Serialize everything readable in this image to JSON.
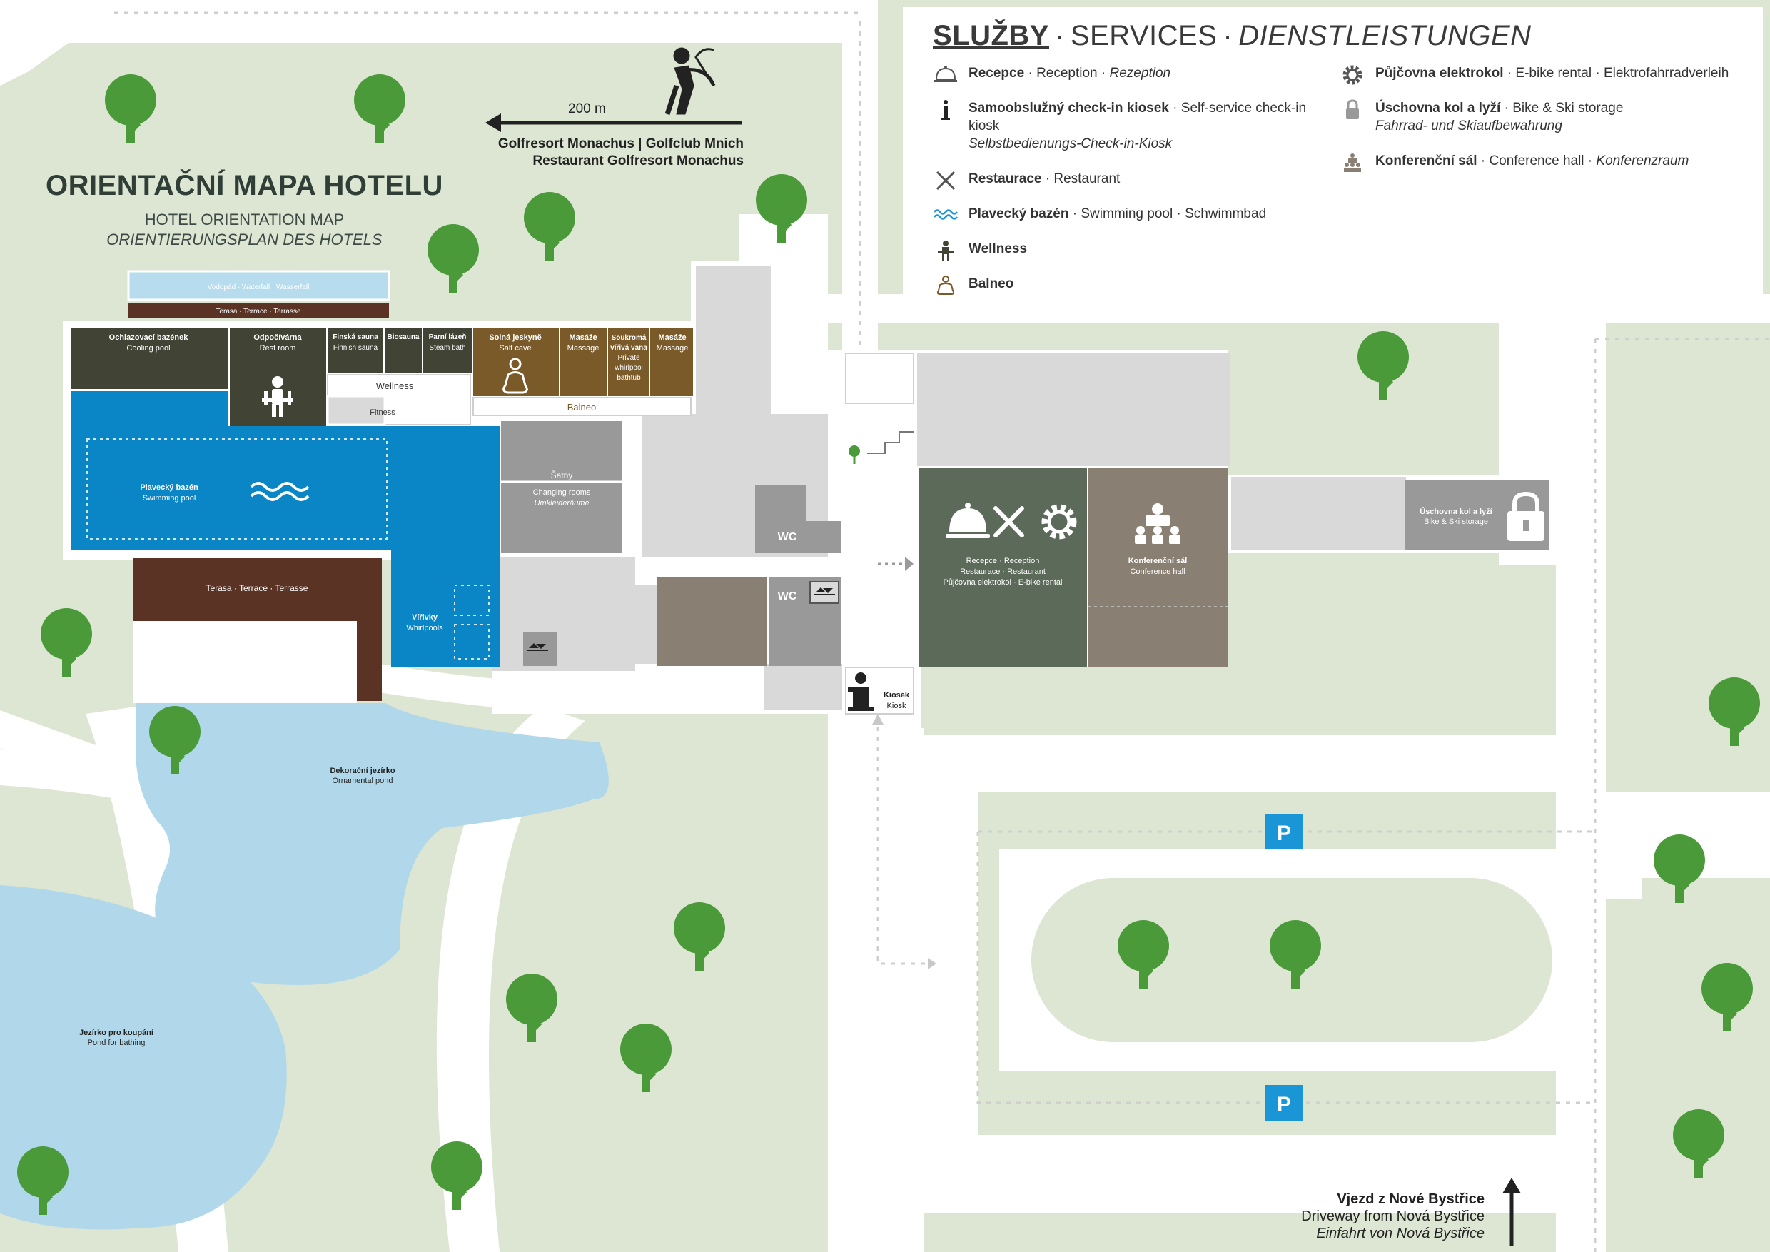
{
  "map_title": {
    "main": "ORIENTAČNÍ MAPA HOTELU",
    "en": "HOTEL ORIENTATION MAP",
    "de": "ORIENTIERUNGSPLAN DES HOTELS"
  },
  "legend": {
    "title_cz": "SLUŽBY",
    "title_en": "SERVICES",
    "title_de": "DIENSTLEISTUNGEN",
    "separator": "·",
    "items_left": [
      {
        "icon": "reception-bell-icon",
        "cz": "Recepce",
        "en": "Reception",
        "de": "Rezeption"
      },
      {
        "icon": "info-icon",
        "cz": "Samoobslužný check-in kiosek",
        "en": "Self-service check-in kiosk",
        "de": "Selbstbedienungs-Check-in-Kiosk"
      },
      {
        "icon": "cutlery-icon",
        "cz": "Restaurace",
        "en": "Restaurant",
        "de": ""
      },
      {
        "icon": "water-waves-icon",
        "cz": "Plavecký bazén",
        "en": "Swimming pool",
        "de": "Schwimmbad"
      },
      {
        "icon": "wellness-sauna-icon",
        "cz": "Wellness",
        "en": "",
        "de": ""
      },
      {
        "icon": "balneo-meditation-icon",
        "cz": "Balneo",
        "en": "",
        "de": ""
      }
    ],
    "items_right": [
      {
        "icon": "gear-icon",
        "cz": "Půjčovna elektrokol",
        "en": "E-bike rental",
        "de": "Elektrofahrradverleih"
      },
      {
        "icon": "padlock-icon",
        "cz": "Úschovna kol a lyží",
        "en": "Bike & Ski storage",
        "de": "Fahrrad- und Skiaufbewahrung"
      },
      {
        "icon": "conference-icon",
        "cz": "Konferenční sál",
        "en": "Conference hall",
        "de": "Konferenzraum"
      }
    ]
  },
  "golf": {
    "distance": "200 m",
    "line1": "Golfresort Monachus | Golfclub Mnich",
    "line2": "Restaurant Golfresort Monachus"
  },
  "rooms": {
    "waterfall": "Vodopád · Waterfall · Wasserfall",
    "terrace_top": "Terasa · Terrace · Terrasse",
    "cooling_pool_cz": "Ochlazovací bazének",
    "cooling_pool_en": "Cooling pool",
    "rest_room_cz": "Odpočívárna",
    "rest_room_en": "Rest room",
    "finnish_sauna_cz": "Finská sauna",
    "finnish_sauna_en": "Finnish sauna",
    "biosauna": "Biosauna",
    "steam_bath_cz": "Parní lázeň",
    "steam_bath_en": "Steam bath",
    "salt_cave_cz": "Solná jeskyně",
    "salt_cave_en": "Salt cave",
    "massage1_cz": "Masáže",
    "massage1_en": "Massage",
    "whirlpool_private_cz1": "Soukromá",
    "whirlpool_private_cz2": "vířivá vana",
    "whirlpool_private_en1": "Private",
    "whirlpool_private_en2": "whirlpool",
    "whirlpool_private_en3": "bathtub",
    "massage2_cz": "Masáže",
    "massage2_en": "Massage",
    "wellness": "Wellness",
    "fitness": "Fitness",
    "balneo": "Balneo",
    "pool_cz": "Plavecký bazén",
    "pool_en": "Swimming pool",
    "changing_cz": "Šatny",
    "changing_en": "Changing rooms",
    "changing_de": "Umkleideräume",
    "wc1": "WC",
    "wc2": "WC",
    "terrace_main": "Terasa · Terrace · Terrasse",
    "whirlpools_cz": "Vířivky",
    "whirlpools_en": "Whirlpools",
    "reception_line1": "Recepce · Reception",
    "reception_line2": "Restaurace · Restaurant",
    "reception_line3": "Půjčovna elektrokol · E-bike rental",
    "conference_cz": "Konferenční sál",
    "conference_en": "Conference hall",
    "bike_storage_cz": "Úschovna kol a lyží",
    "bike_storage_en": "Bike & Ski storage",
    "kiosk_cz": "Kiosek",
    "kiosk_en": "Kiosk"
  },
  "ponds": {
    "ornamental_cz": "Dekorační jezírko",
    "ornamental_en": "Ornamental pond",
    "bathing_cz": "Jezírko pro koupání",
    "bathing_en": "Pond for bathing"
  },
  "parking": {
    "p1": "P",
    "p2": "P"
  },
  "driveway": {
    "cz": "Vjezd z Nové Bystřice",
    "en": "Driveway from Nová Bystřice",
    "de": "Einfahrt von Nová Bystřice"
  },
  "colors": {
    "grass": "#dde5d3",
    "path": "#ffffff",
    "building_grey": "#d9d9d9",
    "wellness_dark": "#414434",
    "balneo_brown": "#7b5a2a",
    "pool_blue": "#0a85c5",
    "terrace_brown": "#5a3324",
    "service_green": "#5c6a59",
    "conference_taupe": "#8a7f73",
    "water": "#b0d8ea",
    "tree_green": "#4a9a3a",
    "parking_blue": "#1a95d6"
  }
}
